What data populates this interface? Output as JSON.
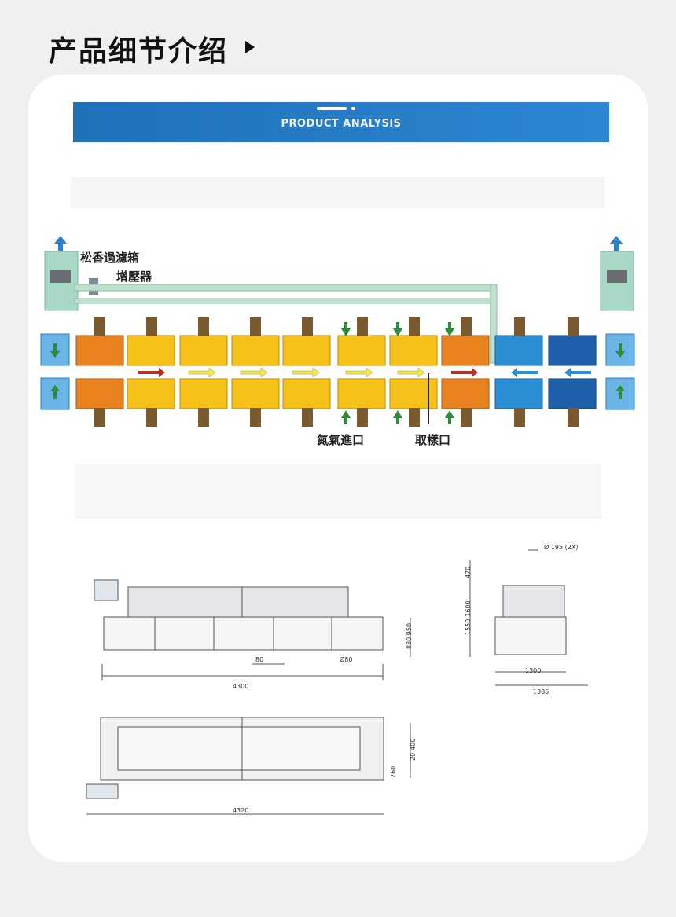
{
  "header": {
    "title": "产品细节介绍"
  },
  "banner": {
    "title": "PRODUCT ANALYSIS"
  },
  "schematic": {
    "labels": {
      "rosin_filter": "松香過濾箱",
      "booster": "增壓器",
      "nitrogen_inlet": "氮氣進口",
      "sampling_port": "取樣口"
    },
    "colors": {
      "orange": "#e8821e",
      "yellow": "#f6c21a",
      "blue": "#2b8fd6",
      "dark_blue": "#1d5fa8",
      "pipe": "#bfe0cf",
      "green": "#2f8a3a"
    }
  },
  "drawings": {
    "side_view": {
      "length": "4300",
      "spacing": "80",
      "wheel": "Ø80",
      "height": "880 950"
    },
    "front_view": {
      "top": "Ø 195 (2X)",
      "hood": "470",
      "height": "1550-1600",
      "width_inner": "1300",
      "width_outer": "1385"
    },
    "top_view": {
      "length": "4320",
      "range": "20-400",
      "offset": "260"
    }
  }
}
